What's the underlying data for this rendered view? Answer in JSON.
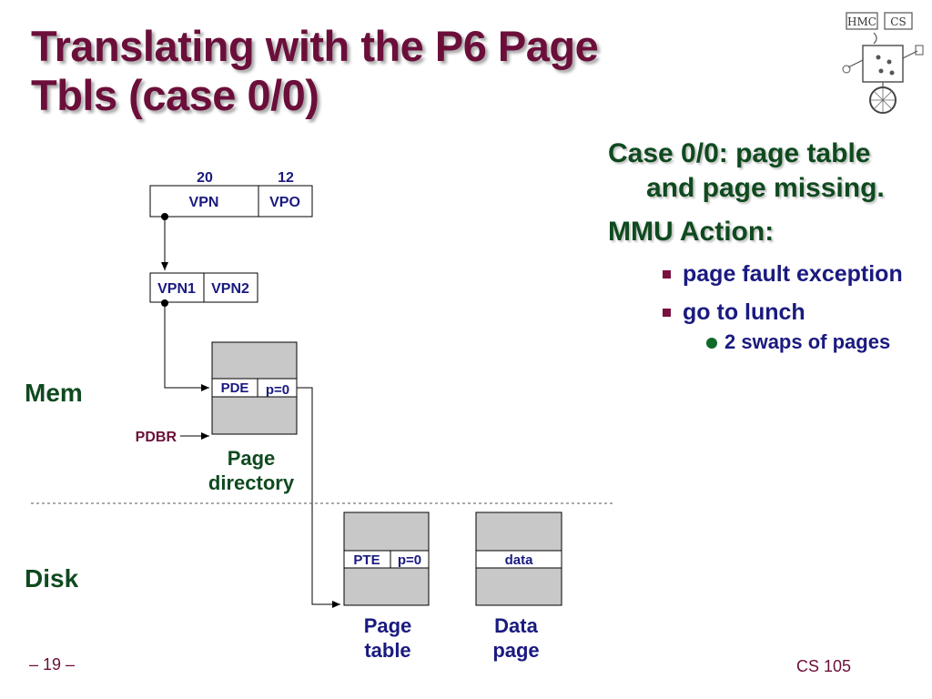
{
  "title": {
    "line1": "Translating with the P6 Page",
    "line2": "Tbls (case 0/0)"
  },
  "logo": {
    "text_hmc": "HMC",
    "text_cs": "CS"
  },
  "virtual_address": {
    "bits_vpn": "20",
    "bits_vpo": "12",
    "vpn": "VPN",
    "vpo": "VPO"
  },
  "vpn_split": {
    "vpn1": "VPN1",
    "vpn2": "VPN2"
  },
  "page_directory": {
    "pde": "PDE",
    "p": "p=0",
    "label_line1": "Page",
    "label_line2": "directory"
  },
  "pdbr": "PDBR",
  "page_table": {
    "pte": "PTE",
    "p": "p=0",
    "label_line1": "Page",
    "label_line2": "table"
  },
  "data_page": {
    "data": "data",
    "label_line1": "Data",
    "label_line2": "page"
  },
  "regions": {
    "mem": "Mem",
    "disk": "Disk"
  },
  "bullets": {
    "heading1": "Case 0/0: page table and page missing.",
    "heading2": "MMU Action:",
    "item1": "page fault exception",
    "item2": "go to lunch",
    "subitem1": "2 swaps of pages"
  },
  "footer": {
    "page": "– 19 –",
    "course": "CS 105"
  }
}
